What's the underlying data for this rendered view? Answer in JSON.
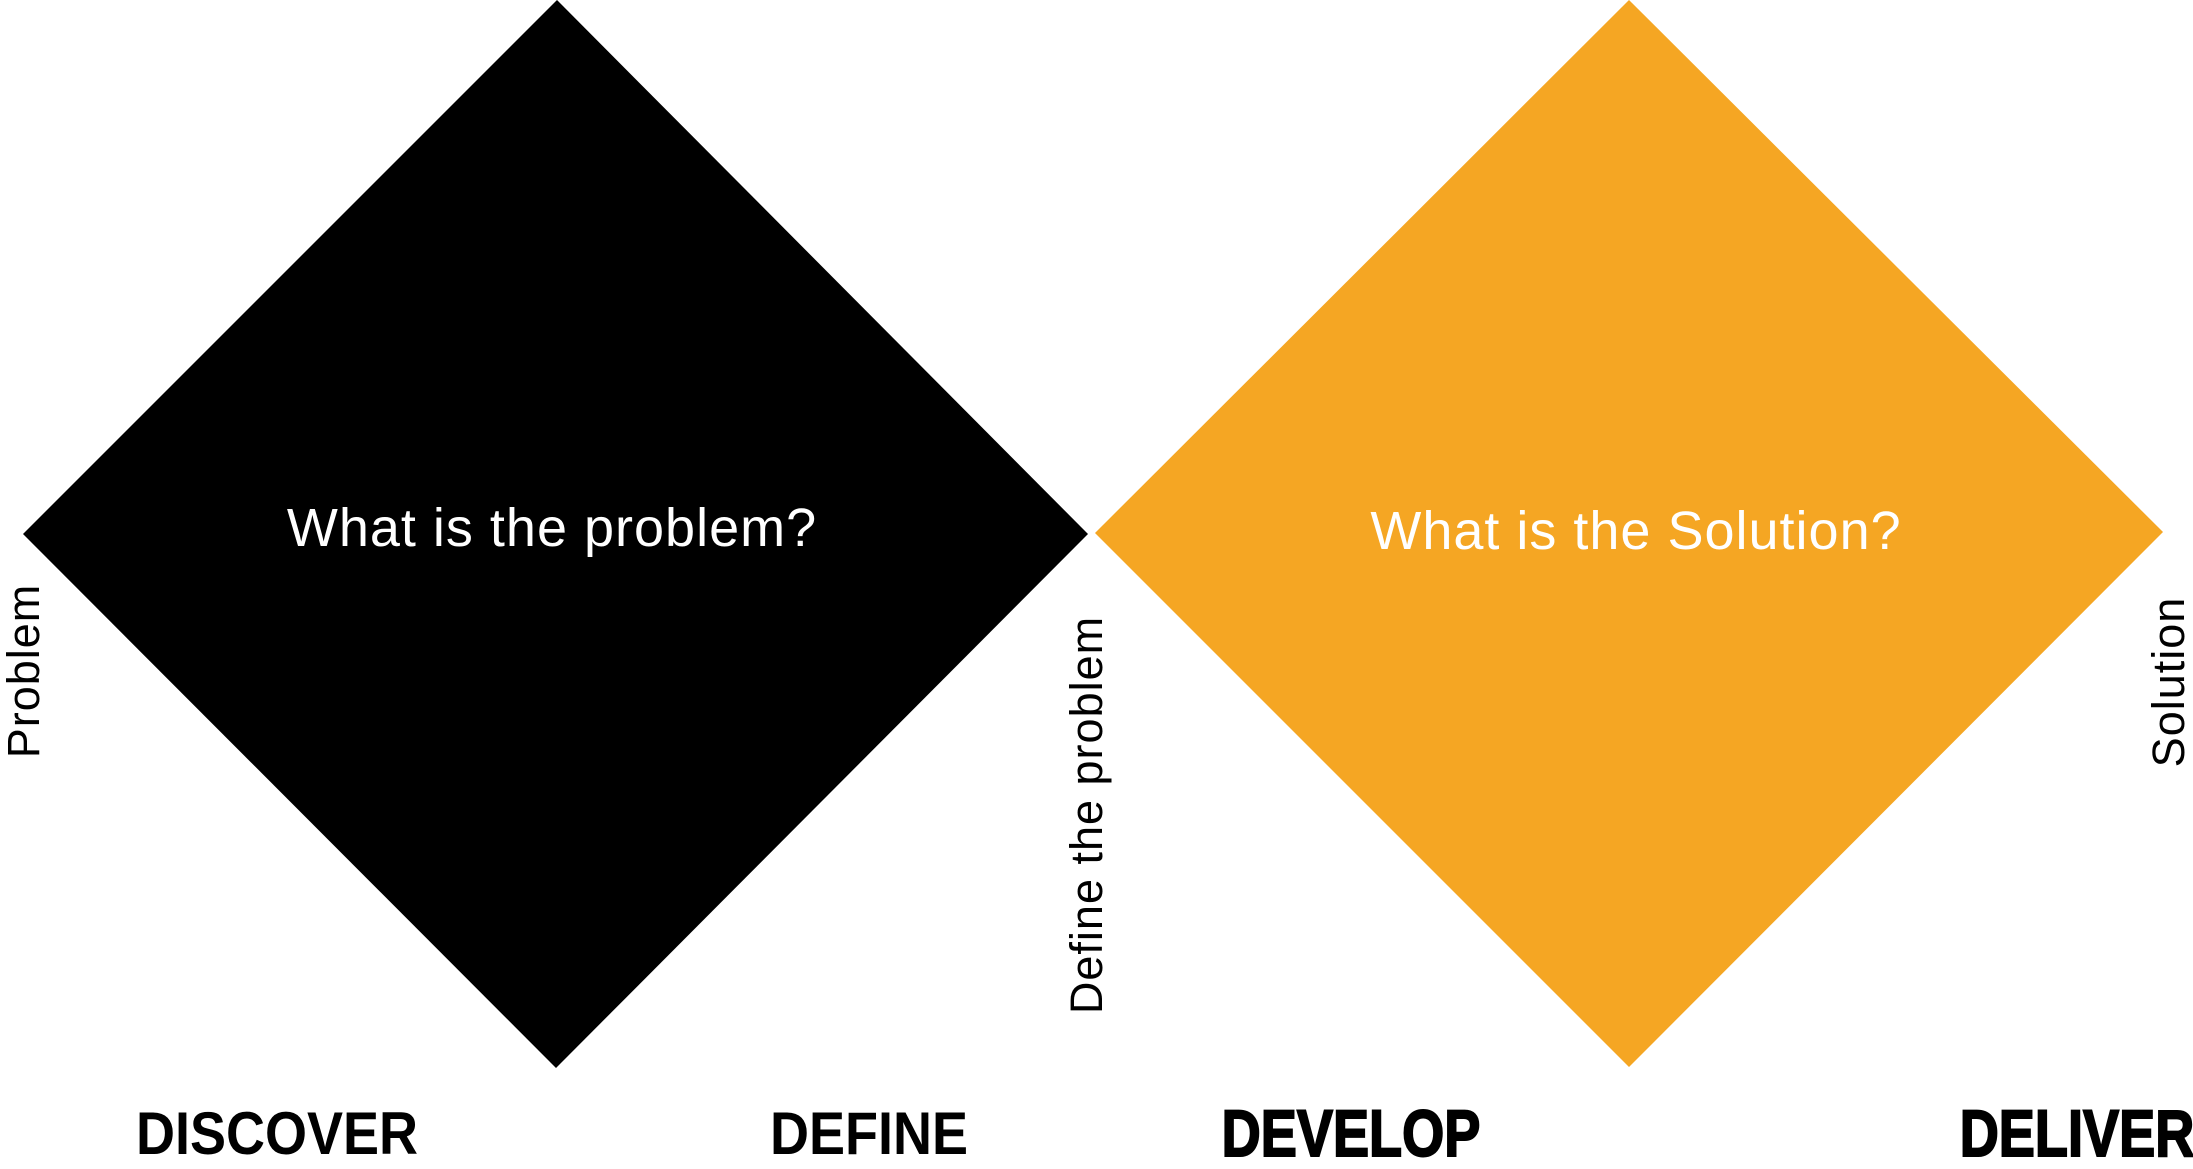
{
  "diagram": {
    "name": "double-diamond-design-process",
    "background_color": "#ffffff",
    "left_diamond": {
      "question": "What is the problem?",
      "fill_color": "#000000",
      "text_color": "#ffffff"
    },
    "right_diamond": {
      "question": "What is the Solution?",
      "fill_color": "#F5A623",
      "text_color": "#ffffff"
    },
    "edge_labels": {
      "left": "Problem",
      "center": "Define the problem",
      "right": "Solution"
    },
    "phases": [
      {
        "label": "DISCOVER",
        "emphasis": false
      },
      {
        "label": "DEFINE",
        "emphasis": false
      },
      {
        "label": "DEVELOP",
        "emphasis": true
      },
      {
        "label": "DELIVER",
        "emphasis": true
      }
    ],
    "label_color": "#000000"
  }
}
